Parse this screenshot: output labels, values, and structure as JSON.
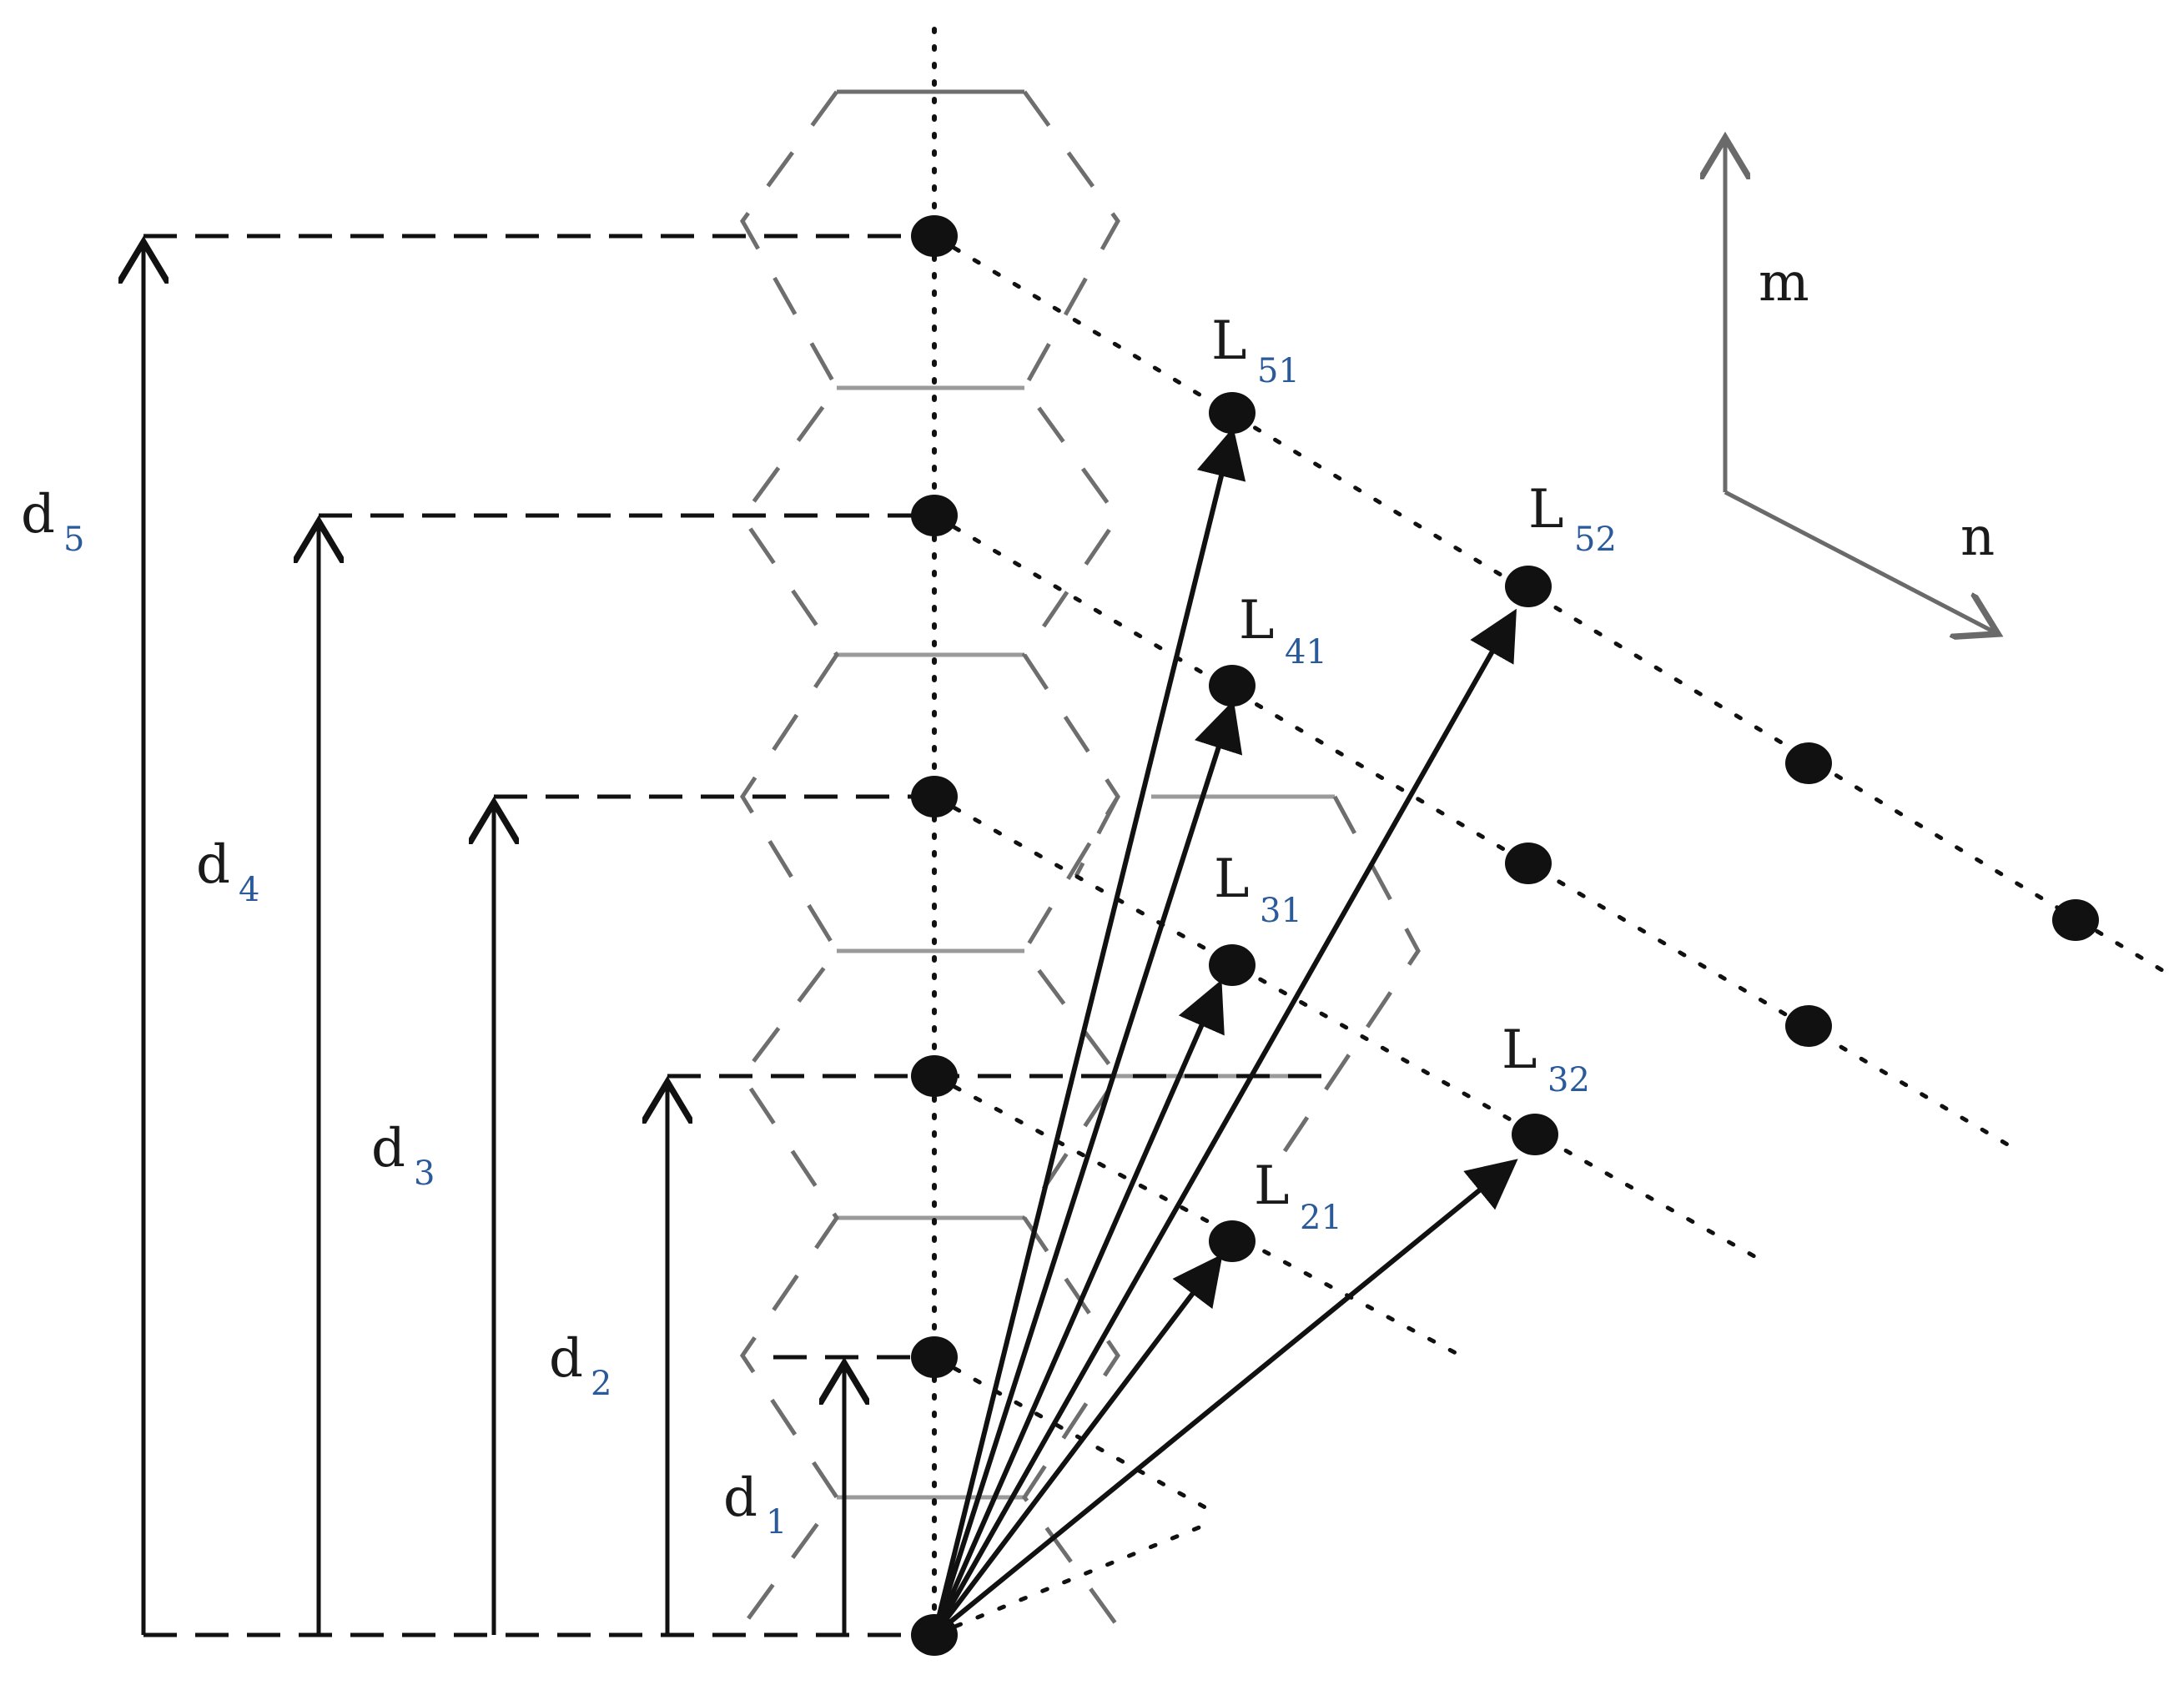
{
  "distance_labels": [
    {
      "main": "d",
      "sub": "1"
    },
    {
      "main": "d",
      "sub": "2"
    },
    {
      "main": "d",
      "sub": "3"
    },
    {
      "main": "d",
      "sub": "4"
    },
    {
      "main": "d",
      "sub": "5"
    }
  ],
  "vector_labels": [
    {
      "main": "L",
      "sub": "21"
    },
    {
      "main": "L",
      "sub": "31"
    },
    {
      "main": "L",
      "sub": "32"
    },
    {
      "main": "L",
      "sub": "41"
    },
    {
      "main": "L",
      "sub": "51"
    },
    {
      "main": "L",
      "sub": "52"
    }
  ],
  "axes": {
    "vertical": "m",
    "diagonal": "n"
  },
  "colors": {
    "ink": "#111111",
    "grey": "#7a7a7a",
    "subscript": "#2a5a9a"
  }
}
